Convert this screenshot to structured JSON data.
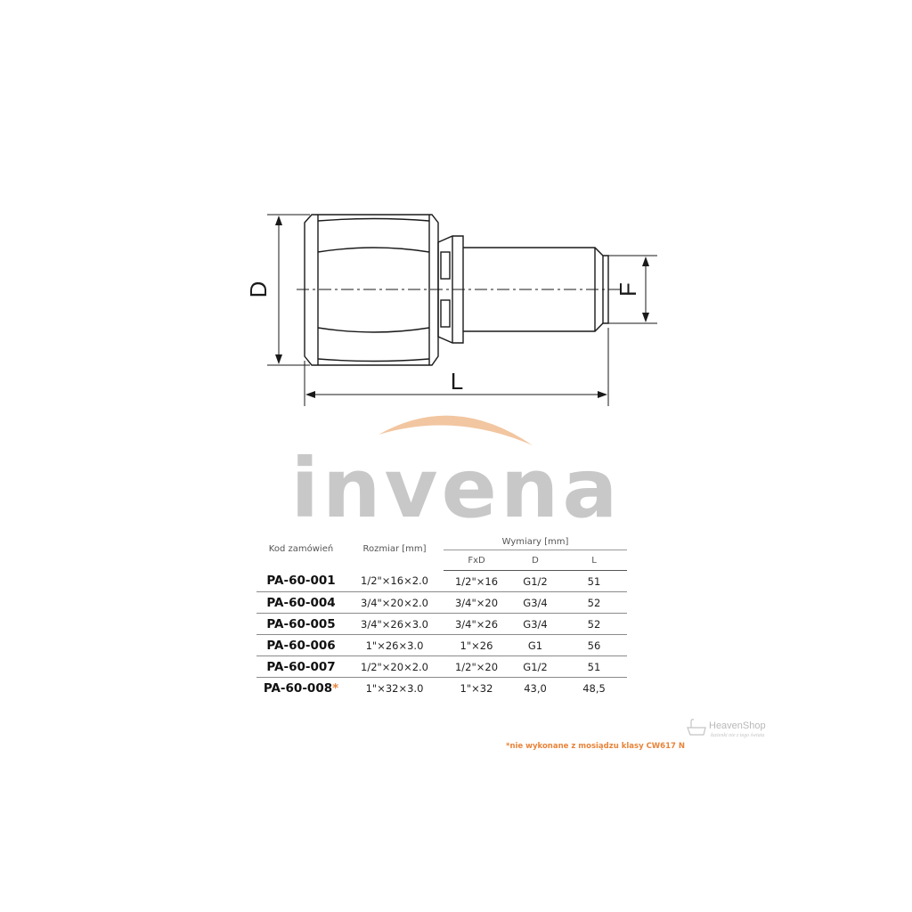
{
  "drawing": {
    "labels": {
      "d": "D",
      "f": "F",
      "l": "L"
    }
  },
  "logo": {
    "text": "invena",
    "arc_color": "#f2c6a0",
    "text_color": "#c8c8c8"
  },
  "table": {
    "headers": {
      "code": "Kod zamówień",
      "size": "Rozmiar [mm]",
      "dimensions": "Wymiary [mm]",
      "fxd": "FxD",
      "d": "D",
      "l": "L"
    },
    "rows": [
      {
        "code": "PA-60-001",
        "star": "",
        "size": "1/2\"×16×2.0",
        "fxd": "1/2\"×16",
        "d": "G1/2",
        "l": "51"
      },
      {
        "code": "PA-60-004",
        "star": "",
        "size": "3/4\"×20×2.0",
        "fxd": "3/4\"×20",
        "d": "G3/4",
        "l": "52"
      },
      {
        "code": "PA-60-005",
        "star": "",
        "size": "3/4\"×26×3.0",
        "fxd": "3/4\"×26",
        "d": "G3/4",
        "l": "52"
      },
      {
        "code": "PA-60-006",
        "star": "",
        "size": "1\"×26×3.0",
        "fxd": "1\"×26",
        "d": "G1",
        "l": "56"
      },
      {
        "code": "PA-60-007",
        "star": "",
        "size": "1/2\"×20×2.0",
        "fxd": "1/2\"×20",
        "d": "G1/2",
        "l": "51"
      },
      {
        "code": "PA-60-008",
        "star": "*",
        "size": "1\"×32×3.0",
        "fxd": "1\"×32",
        "d": "43,0",
        "l": "48,5"
      }
    ]
  },
  "footnote": "*nie wykonane z mosiądzu klasy CW617 N",
  "watermark": {
    "name": "HeavenShop",
    "tagline": "łazienki nie z tego świata"
  },
  "colors": {
    "accent": "#e8843a",
    "line": "#1a1a1a"
  }
}
